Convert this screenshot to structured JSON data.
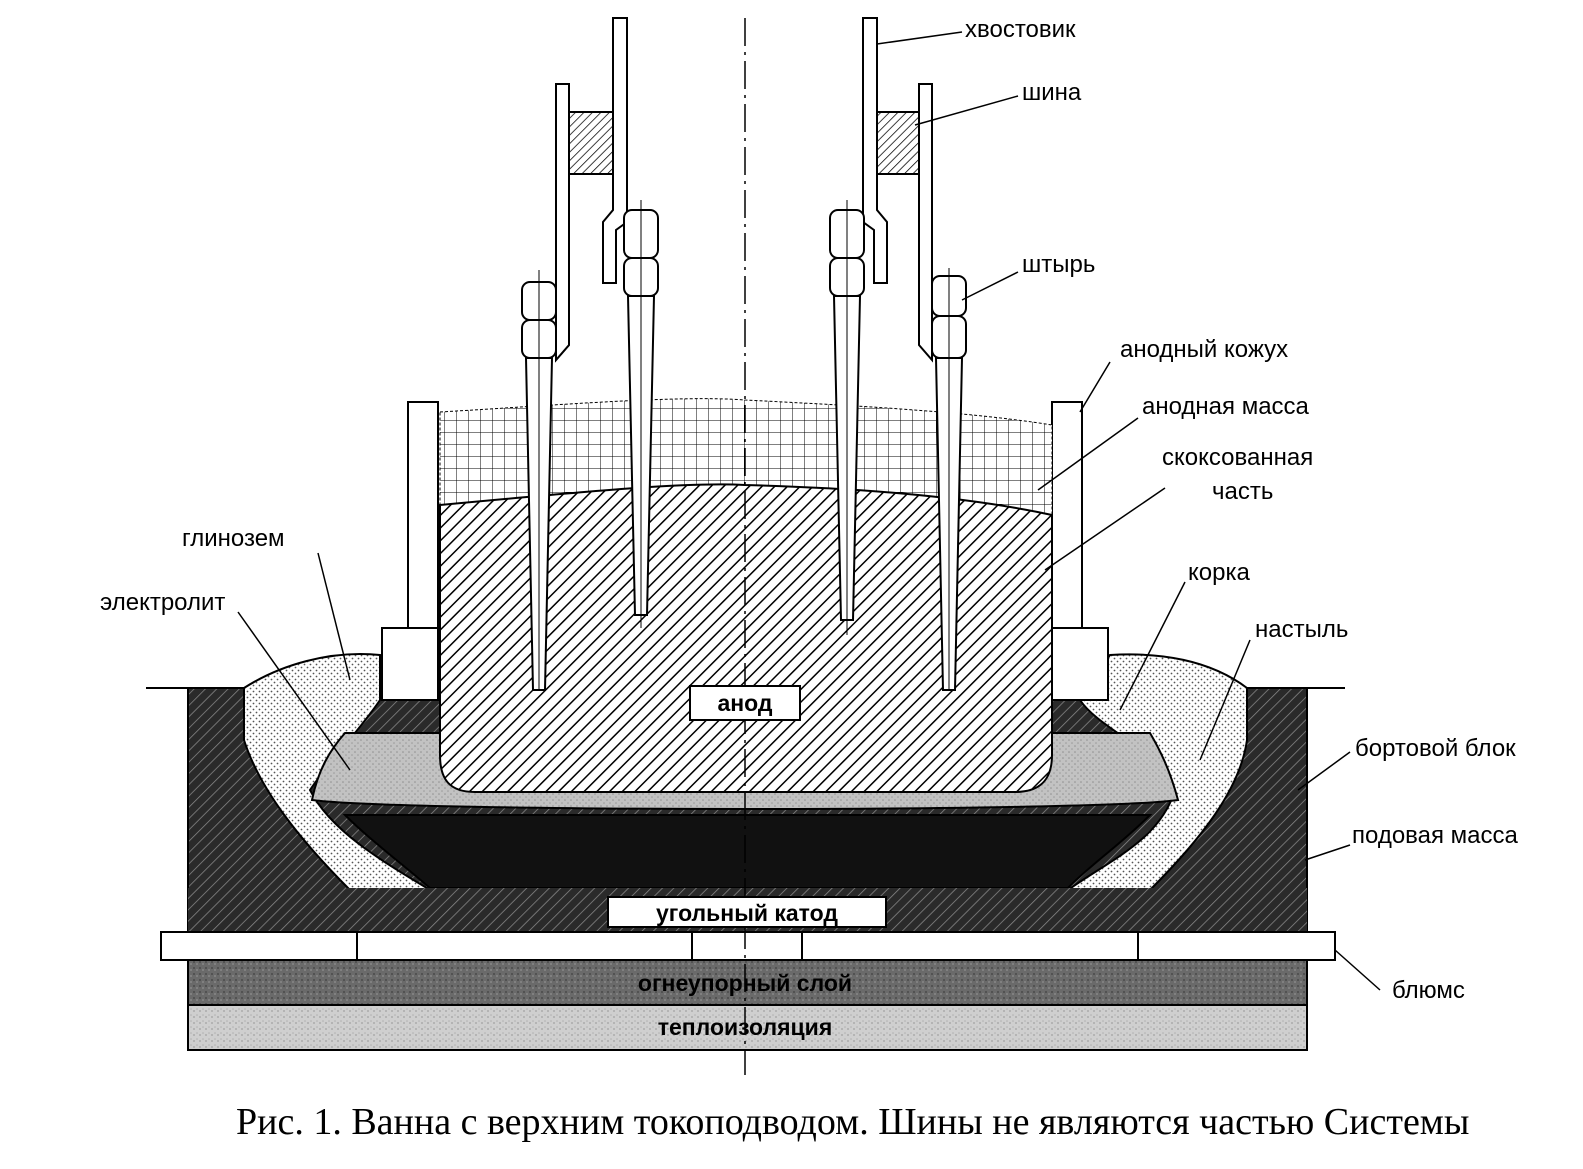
{
  "labels": {
    "tail": "хвостовик",
    "bus": "шина",
    "pin": "штырь",
    "anode_casing": "анодный кожух",
    "anode_mass": "анодная масса",
    "coked_part_line1": "скоксованная",
    "coked_part_line2": "часть",
    "crust": "корка",
    "ledge": "настыль",
    "alumina": "глинозем",
    "electrolyte": "электролит",
    "side_block": "бортовой блок",
    "bottom_mass": "подовая масса",
    "blooms": "блюмс"
  },
  "inner_labels": {
    "anode": "анод",
    "carbon_cathode": "угольный катод",
    "refractory_layer": "огнеупорный слой",
    "thermal_insulation": "теплоизоляция"
  },
  "caption": "Рис. 1. Ванна с верхним токоподводом. Шины не являются частью Системы"
}
